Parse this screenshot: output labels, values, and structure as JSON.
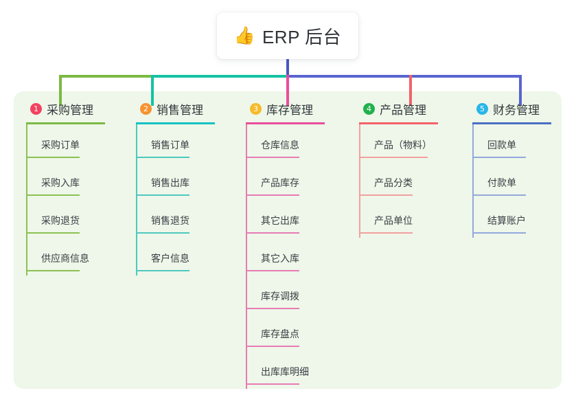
{
  "diagram": {
    "type": "tree-mindmap",
    "root": {
      "icon": "thumbs-up-icon",
      "emoji": "👍",
      "title": "ERP 后台"
    },
    "panel_color": "#eef7e9",
    "trunk_color": "#4a56c2",
    "bus_segments": [
      {
        "name": "bus-green",
        "color": "#7cb944"
      },
      {
        "name": "bus-teal",
        "color": "#14c2a3"
      },
      {
        "name": "bus-blue",
        "color": "#5964cf"
      }
    ],
    "columns": [
      {
        "number": "1",
        "title": "采购管理",
        "badge_color": "#f2425f",
        "rule_color": "#7cb944",
        "line_color": "#8cc152",
        "stub_color": "#7cb944",
        "items": [
          {
            "label": "采购订单"
          },
          {
            "label": "采购入库"
          },
          {
            "label": "采购退货"
          },
          {
            "label": "供应商信息"
          }
        ]
      },
      {
        "number": "2",
        "title": "销售管理",
        "badge_color": "#f7922f",
        "rule_color": "#14c2c4",
        "line_color": "#4ec9bf",
        "stub_color": "#14c2a3",
        "items": [
          {
            "label": "销售订单"
          },
          {
            "label": "销售出库"
          },
          {
            "label": "销售退货"
          },
          {
            "label": "客户信息"
          }
        ]
      },
      {
        "number": "3",
        "title": "库存管理",
        "badge_color": "#f6bb2c",
        "rule_color": "#ea4c9b",
        "line_color": "#e87bb4",
        "stub_color": "#ea4c9b",
        "items": [
          {
            "label": "仓库信息"
          },
          {
            "label": "产品库存"
          },
          {
            "label": "其它出库"
          },
          {
            "label": "其它入库"
          },
          {
            "label": "库存调拨"
          },
          {
            "label": "库存盘点"
          },
          {
            "label": "出库库明细"
          }
        ]
      },
      {
        "number": "4",
        "title": "产品管理",
        "badge_color": "#22b14c",
        "rule_color": "#f4616a",
        "line_color": "#f2a0a0",
        "stub_color": "#f4616a",
        "items": [
          {
            "label": "产品（物料）",
            "wide": true
          },
          {
            "label": "产品分类"
          },
          {
            "label": "产品单位"
          }
        ]
      },
      {
        "number": "5",
        "title": "财务管理",
        "badge_color": "#29b6e8",
        "rule_color": "#4a6fc2",
        "line_color": "#93a8dd",
        "stub_color": "#5964cf",
        "items": [
          {
            "label": "回款单"
          },
          {
            "label": "付款单"
          },
          {
            "label": "结算账户"
          }
        ]
      }
    ]
  }
}
